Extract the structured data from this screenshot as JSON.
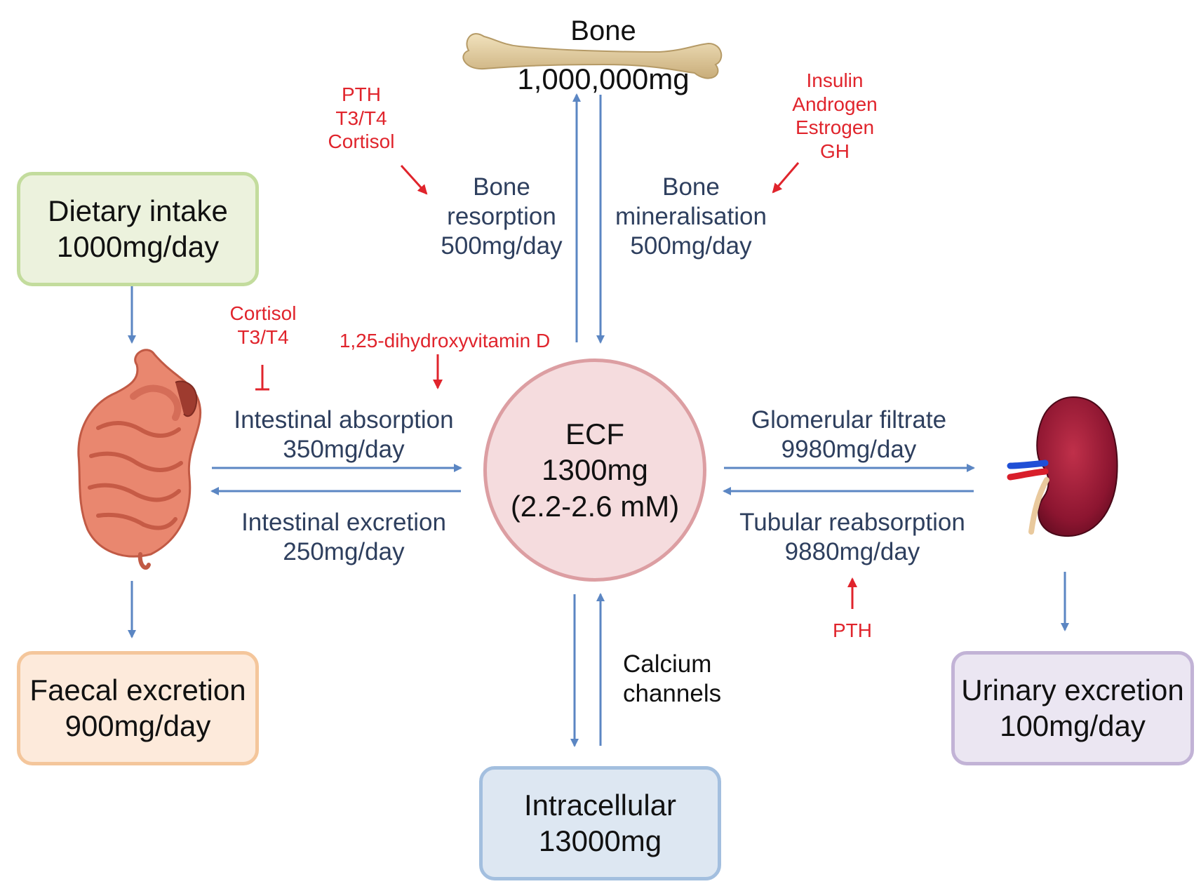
{
  "bone": {
    "title": "Bone",
    "amount": "1,000,000mg"
  },
  "ecf": {
    "title": "ECF",
    "amount": "1300mg",
    "range": "(2.2-2.6 mM)"
  },
  "dietary": {
    "title": "Dietary intake",
    "value": "1000mg/day"
  },
  "faecal": {
    "title": "Faecal excretion",
    "value": "900mg/day"
  },
  "urinary": {
    "title": "Urinary excretion",
    "value": "100mg/day"
  },
  "intracellular": {
    "title": "Intracellular",
    "value": "13000mg"
  },
  "flows": {
    "bone_resorption": [
      "Bone",
      "resorption",
      "500mg/day"
    ],
    "bone_mineralisation": [
      "Bone",
      "mineralisation",
      "500mg/day"
    ],
    "intestinal_absorption": [
      "Intestinal absorption",
      "350mg/day"
    ],
    "intestinal_excretion": [
      "Intestinal excretion",
      "250mg/day"
    ],
    "glomerular_filtrate": [
      "Glomerular filtrate",
      "9980mg/day"
    ],
    "tubular_reabsorption": [
      "Tubular reabsorption",
      "9880mg/day"
    ],
    "calcium_channels": [
      "Calcium",
      "channels"
    ]
  },
  "regulators": {
    "resorption": [
      "PTH",
      "T3/T4",
      "Cortisol"
    ],
    "mineralisation": [
      "Insulin",
      "Androgen",
      "Estrogen",
      "GH"
    ],
    "absorption_inhibitors": [
      "Cortisol",
      "T3/T4"
    ],
    "absorption_promoter": "1,25-dihydroxyvitamin D",
    "reabsorption": "PTH"
  },
  "icons": [
    "bone-icon",
    "intestine-icon",
    "kidney-icon"
  ],
  "colors": {
    "arrow": "#5b86c3",
    "regulator": "#e0242c",
    "label": "#2e3f5e"
  }
}
